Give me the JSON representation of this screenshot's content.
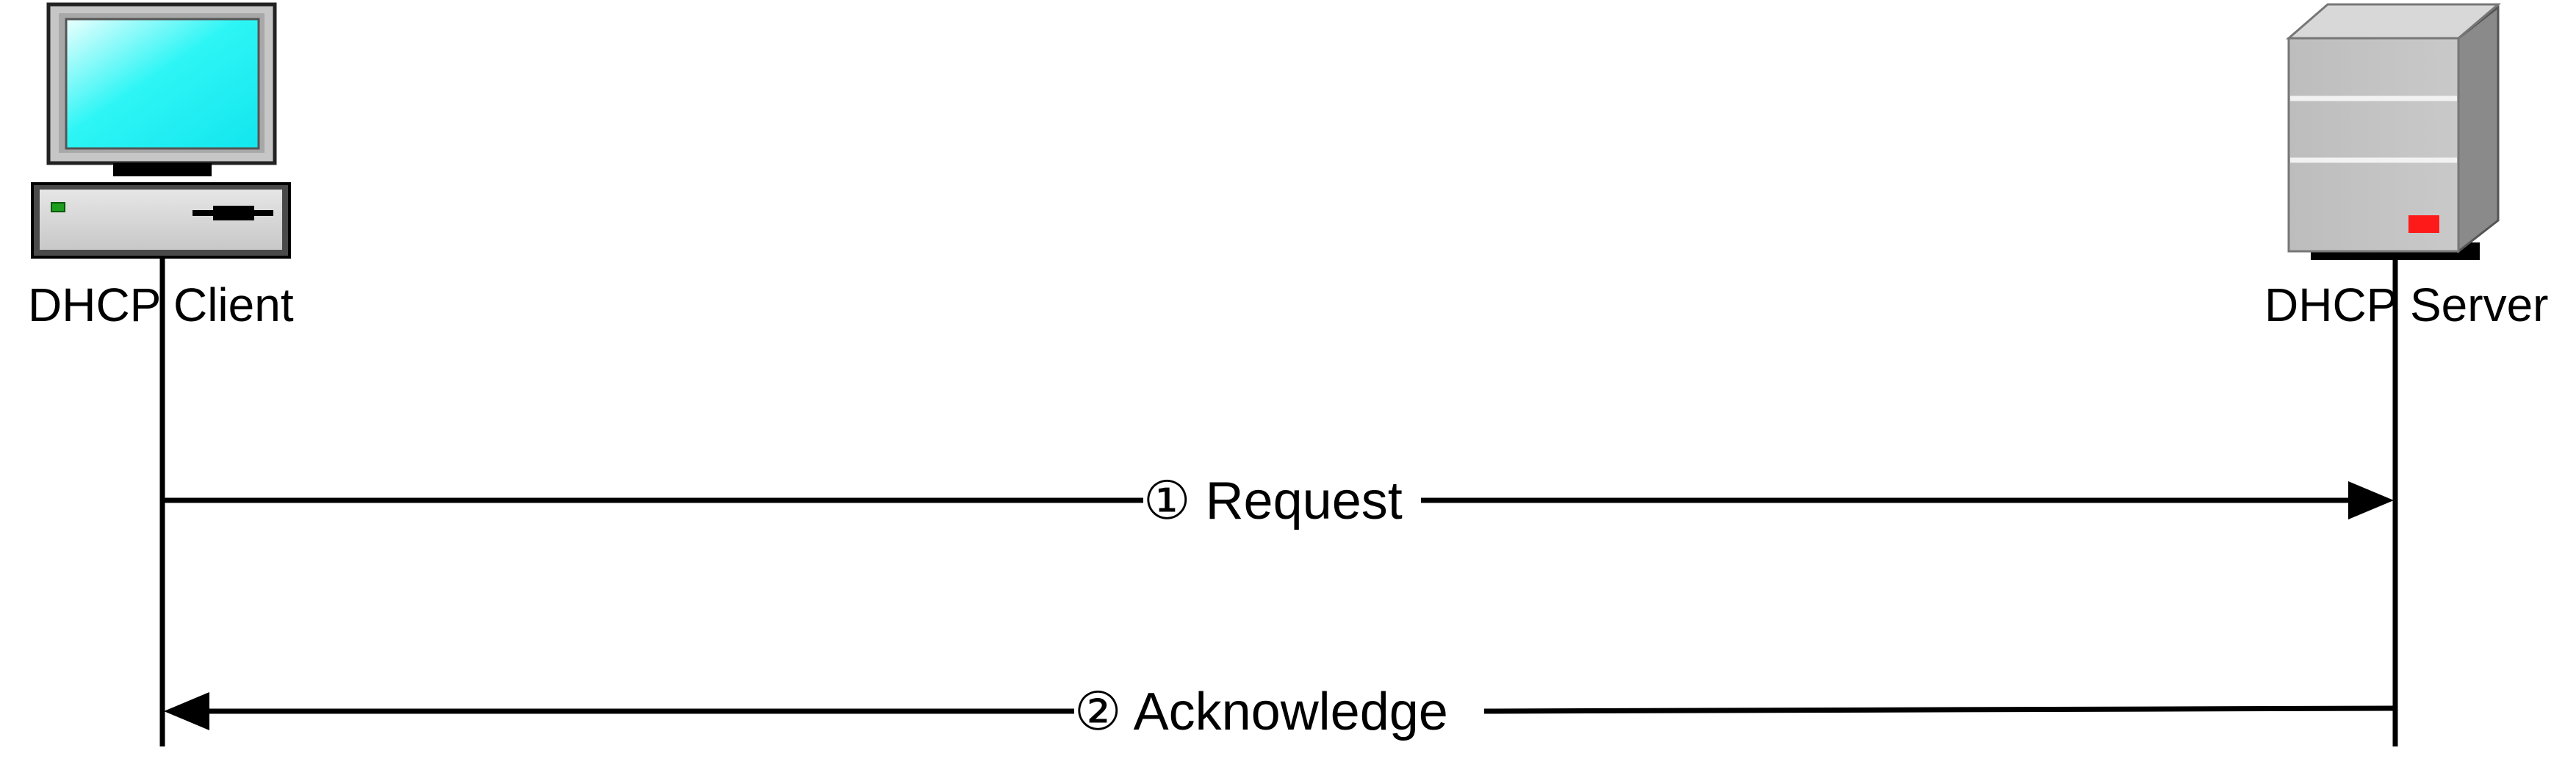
{
  "client": {
    "label": "DHCP Client",
    "icon": "desktop-computer-icon"
  },
  "server": {
    "label": "DHCP Server",
    "icon": "server-tower-icon"
  },
  "messages": [
    {
      "number": "①",
      "label": "Request",
      "direction": "client-to-server"
    },
    {
      "number": "②",
      "label": "Acknowledge",
      "direction": "server-to-client"
    }
  ],
  "colors": {
    "line": "#000000",
    "monitor_screen": "#2ef5f5",
    "server_body": "#c0c0c0",
    "server_side": "#8a8a8a",
    "server_led": "#ff1a1a",
    "client_led": "#1e9e1e"
  }
}
